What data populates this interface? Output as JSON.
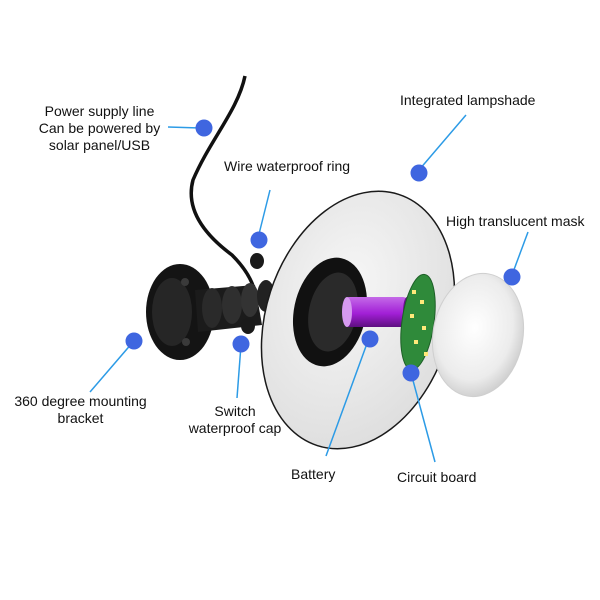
{
  "colors": {
    "dot": "#3f66e0",
    "leader": "#2c9be6",
    "battery": "#a21fd6",
    "circuit_board": "#2f8a3a",
    "mounting_bracket": "#141414",
    "lampshade": "#ececec",
    "mask": "#e6e6e6"
  },
  "labels": {
    "power_supply_line": "Power supply line\nCan be powered by\nsolar panel/USB",
    "integrated_lampshade": "Integrated lampshade",
    "wire_waterproof_ring": "Wire waterproof ring",
    "high_translucent_mask": "High translucent mask",
    "mounting_bracket": "360 degree mounting\nbracket",
    "switch_waterproof_cap": "Switch\nwaterproof cap",
    "battery": "Battery",
    "circuit_board": "Circuit board"
  }
}
